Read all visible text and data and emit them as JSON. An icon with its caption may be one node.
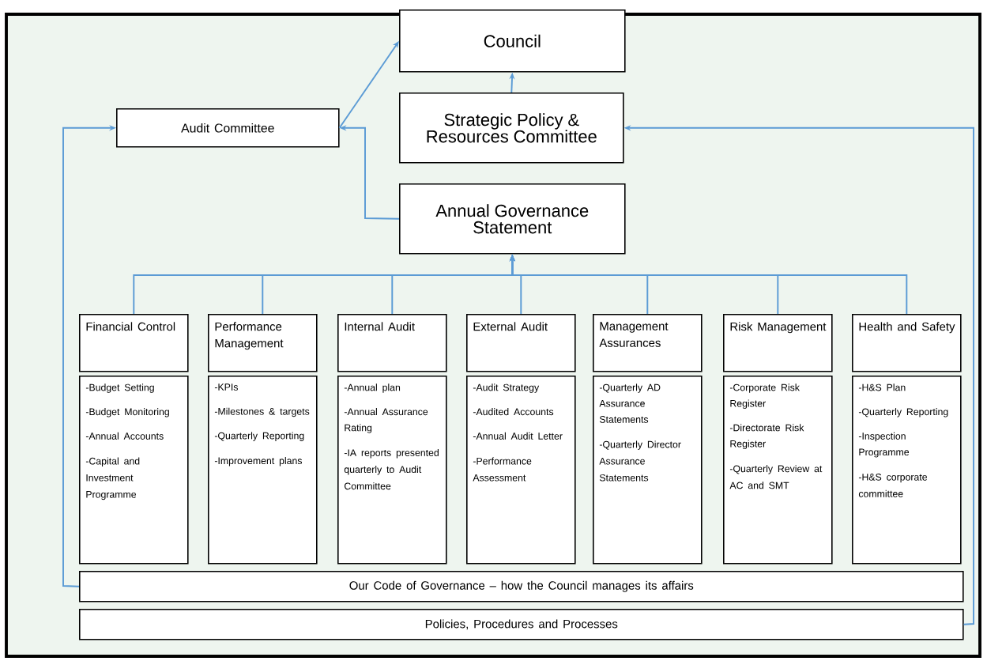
{
  "diagram": {
    "nodes": [
      {
        "text": [
          "Council"
        ]
      },
      {
        "text": [
          "Audit Committee"
        ]
      },
      {
        "text": [
          "Strategic Policy & Resources Committee"
        ]
      },
      {
        "text": [
          "Annual Governance Statement"
        ]
      },
      {
        "text": [
          "Financial Control"
        ]
      },
      {
        "text": [
          "Performance Management"
        ]
      },
      {
        "text": [
          "Internal Audit"
        ]
      },
      {
        "text": [
          "External Audit"
        ]
      },
      {
        "text": [
          "Management Assurances"
        ]
      },
      {
        "text": [
          "Risk Management"
        ]
      },
      {
        "text": [
          "Health and Safety"
        ]
      },
      {
        "text": [
          "-Budget Setting",
          "-Budget Monitoring",
          "-Annual Accounts",
          "-Capital and Investment Programme"
        ]
      },
      {
        "text": [
          "-KPIs",
          "-Milestones & targets",
          "-Quarterly Reporting",
          "-Improvement plans"
        ]
      },
      {
        "text": [
          "-Annual plan",
          "-Annual Assurance Rating",
          "-IA reports presented quarterly to Audit Committee"
        ]
      },
      {
        "text": [
          "-Audit Strategy",
          "-Audited Accounts",
          "-Annual Audit Letter",
          "-Performance Assessment"
        ]
      },
      {
        "text": [
          "-Quarterly AD Assurance Statements",
          "-Quarterly Director Assurance Statements"
        ]
      },
      {
        "text": [
          "-Corporate Risk Register",
          "-Directorate Risk Register",
          "-Quarterly Review at AC and SMT"
        ]
      },
      {
        "text": [
          "-H&S Plan",
          "-Quarterly Reporting",
          "-Inspection Programme",
          "-H&S corporate committee"
        ]
      },
      {
        "text": [
          "Our Code of Governance – how the Council manages its affairs"
        ]
      },
      {
        "text": [
          "Policies, Procedures and Processes"
        ]
      }
    ],
    "edges": [
      {
        "from": 1,
        "to": 0,
        "arrow": "to"
      },
      {
        "from": 2,
        "to": 0,
        "arrow": "to"
      },
      {
        "from": 3,
        "to": 1,
        "arrow": "to"
      },
      {
        "from": 4,
        "to": 3,
        "arrow": "to"
      },
      {
        "from": 5,
        "to": 3,
        "arrow": "to"
      },
      {
        "from": 6,
        "to": 3,
        "arrow": "to"
      },
      {
        "from": 7,
        "to": 3,
        "arrow": "to"
      },
      {
        "from": 8,
        "to": 3,
        "arrow": "to"
      },
      {
        "from": 9,
        "to": 3,
        "arrow": "to"
      },
      {
        "from": 10,
        "to": 3,
        "arrow": "to"
      },
      {
        "from": 18,
        "to": 1,
        "arrow": "to"
      },
      {
        "from": 19,
        "to": 2,
        "arrow": "to"
      }
    ]
  }
}
